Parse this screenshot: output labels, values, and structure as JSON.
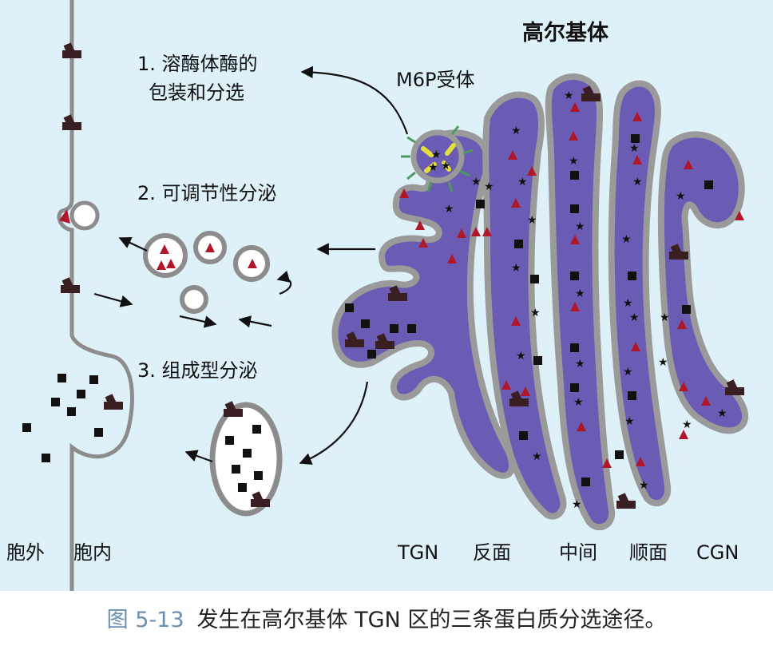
{
  "labels": {
    "golgi": "高尔基体",
    "m6p_receptor": "M6P受体",
    "pathway1_line1": "1. 溶酶体酶的",
    "pathway1_line2": "包装和分选",
    "pathway2": "2. 可调节性分泌",
    "pathway3": "3. 组成型分泌",
    "outside": "胞外",
    "inside": "胞内",
    "tgn": "TGN",
    "trans": "反面",
    "medial": "中间",
    "cis": "顺面",
    "cgn": "CGN"
  },
  "caption": {
    "figure_number": "图 5-13",
    "text": "发生在高尔基体 TGN 区的三条蛋白质分选途径。"
  },
  "colors": {
    "background": "#dff1f8",
    "golgi_fill": "#6a5bb4",
    "membrane": "#8c8c8c",
    "triangle": "#b0182a",
    "receptor": "#3a1f22",
    "m6p_yellow": "#e3de3a",
    "m6p_green": "#4a9b5d"
  }
}
